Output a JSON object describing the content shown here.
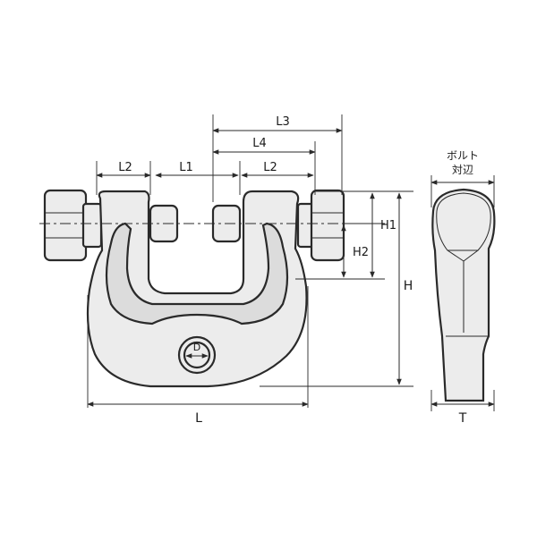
{
  "labels": {
    "L": "L",
    "L1": "L1",
    "L2_left": "L2",
    "L2_right": "L2",
    "L3": "L3",
    "L4": "L4",
    "H": "H",
    "H1": "H1",
    "H2": "H2",
    "D": "D",
    "T": "T",
    "bolt_line1": "ボルト",
    "bolt_line2": "対辺"
  }
}
